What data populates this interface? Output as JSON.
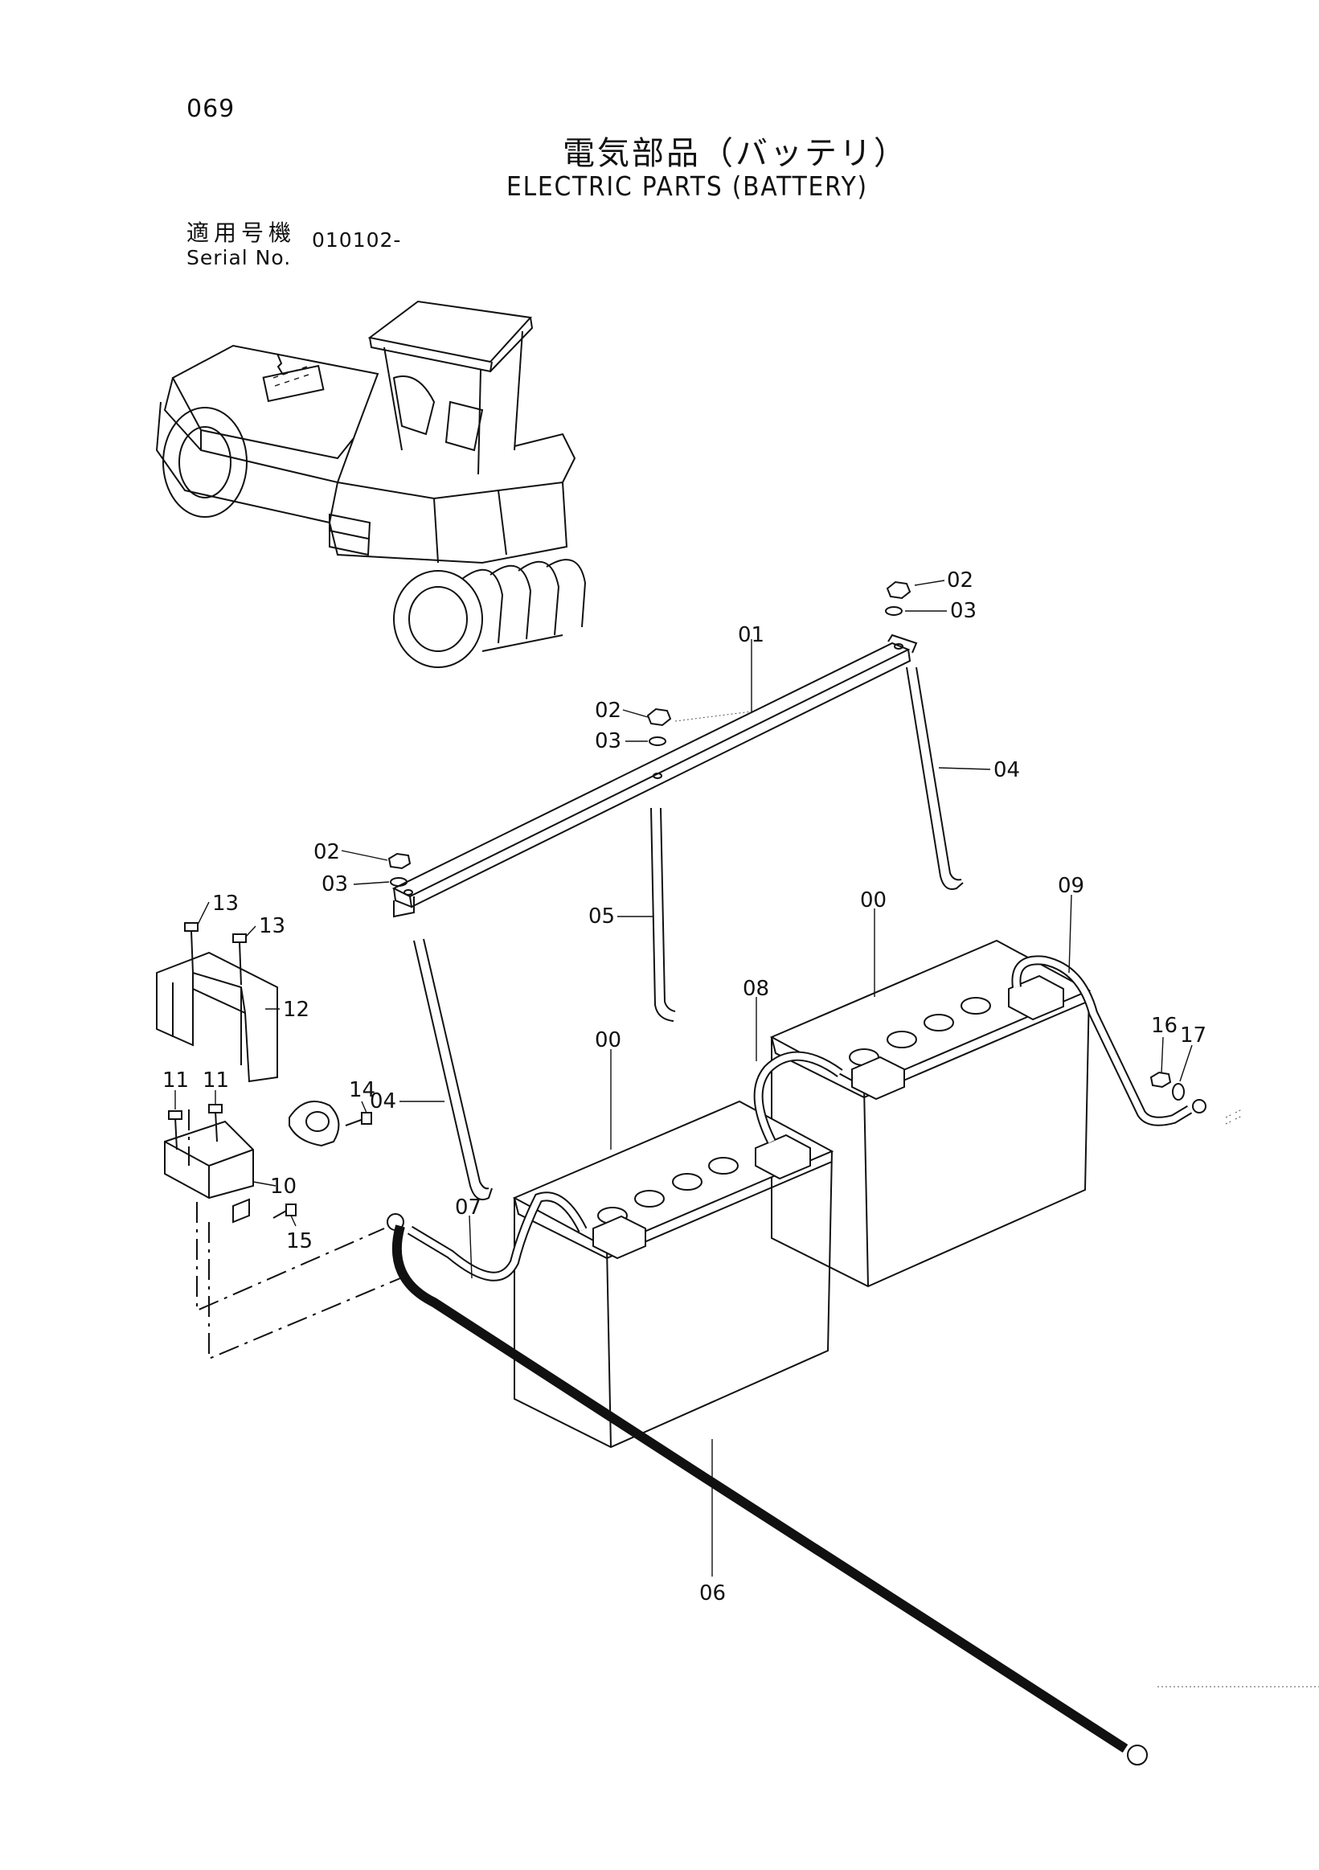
{
  "page_number": "069",
  "title_jp": "電気部品（バッテリ）",
  "title_en": "ELECTRIC PARTS (BATTERY)",
  "serial_label_jp": "適用号機",
  "serial_label_en": "Serial No.",
  "serial_value": "010102-",
  "callouts": [
    "01",
    "02",
    "03",
    "02",
    "03",
    "02",
    "03",
    "04",
    "04",
    "05",
    "00",
    "00",
    "06",
    "07",
    "08",
    "09",
    "10",
    "11",
    "11",
    "12",
    "13",
    "13",
    "14",
    "15",
    "16",
    "17"
  ]
}
